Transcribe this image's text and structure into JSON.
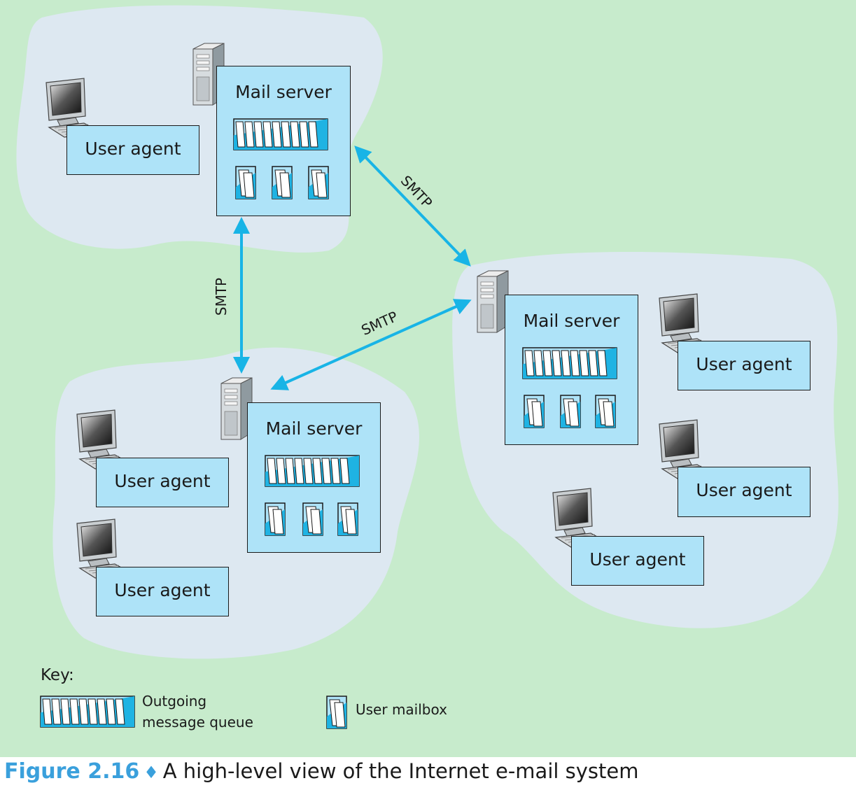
{
  "figure": {
    "number": "Figure 2.16",
    "separator": "♦",
    "title": "A high-level view of the Internet e-mail system"
  },
  "mail_server_label": "Mail server",
  "user_agent_label": "User agent",
  "protocol_label": "SMTP",
  "key": {
    "title": "Key:",
    "queue_label_line1": "Outgoing",
    "queue_label_line2": "message queue",
    "mailbox_label": "User mailbox"
  },
  "colors": {
    "background": "#c7ebcc",
    "cloud": "#dde8f1",
    "box_fill": "#aee3f8",
    "arrow": "#18b4e6",
    "accent": "#3aa0dc"
  }
}
